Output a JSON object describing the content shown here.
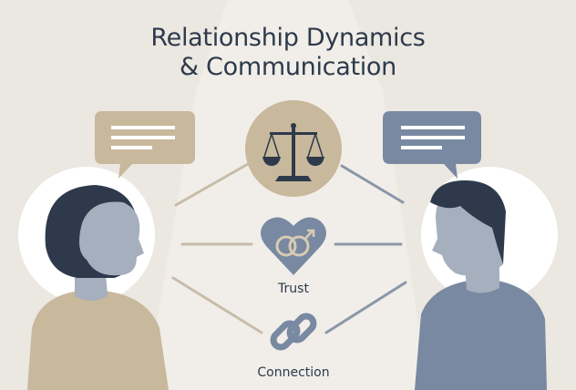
{
  "title": {
    "line1": "Relationship Dynamics",
    "line2": "& Communication"
  },
  "labels": {
    "trust": "Trust",
    "connection": "Connection"
  },
  "icons": [
    "speech-bubble-icon",
    "balance-scale-icon",
    "heart-rings-icon",
    "chain-link-icon",
    "woman-avatar",
    "man-avatar"
  ],
  "colors": {
    "background": "#ebe7e1",
    "tan": "#c8b89c",
    "slate": "#7889a1",
    "dark": "#2e3a4b"
  }
}
